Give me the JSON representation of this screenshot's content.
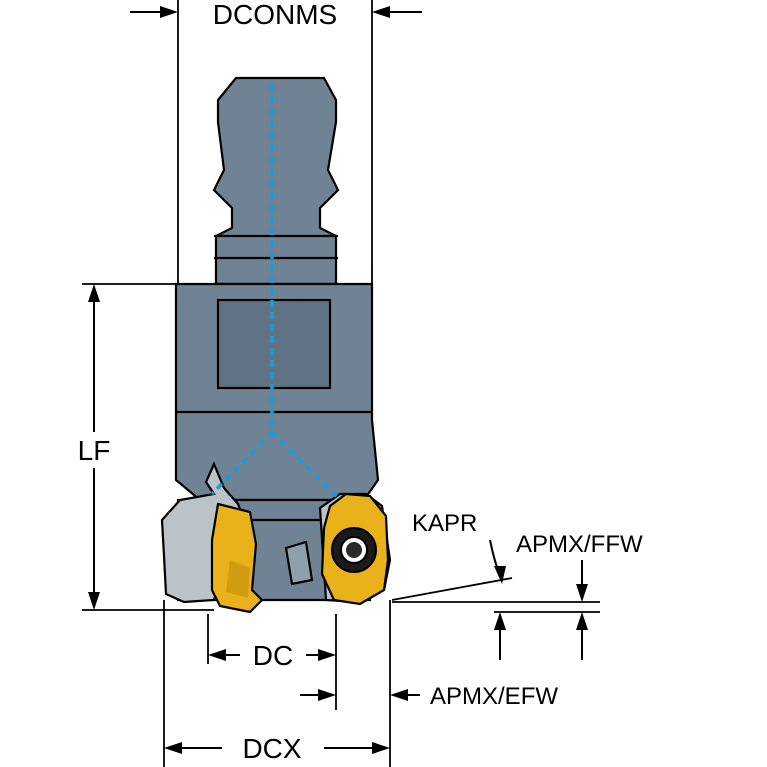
{
  "labels": {
    "dconms": "DCONMS",
    "lf": "LF",
    "kapr": "KAPR",
    "apmx_ffw": "APMX/FFW",
    "dc": "DC",
    "apmx_efw": "APMX/EFW",
    "dcx": "DCX"
  },
  "colors": {
    "body": "#6f8394",
    "body_dark": "#4f6170",
    "insert_gold": "#e9b21b",
    "insert_dark": "#c18d0a",
    "coolant": "#1e9bd7",
    "chip_grey": "#bcc3c8",
    "line": "#000000"
  }
}
